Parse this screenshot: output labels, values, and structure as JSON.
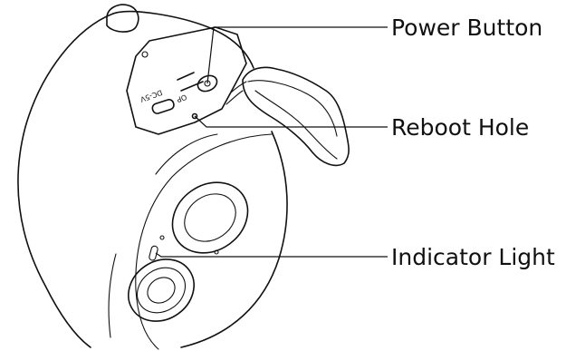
{
  "callouts": {
    "power_button": "Power Button",
    "reboot_hole": "Reboot Hole",
    "indicator_light": "Indicator Light"
  },
  "port_labels": {
    "dc": "DC-5V",
    "op": "OP"
  },
  "colors": {
    "ink": "#111111",
    "background": "#ffffff"
  }
}
